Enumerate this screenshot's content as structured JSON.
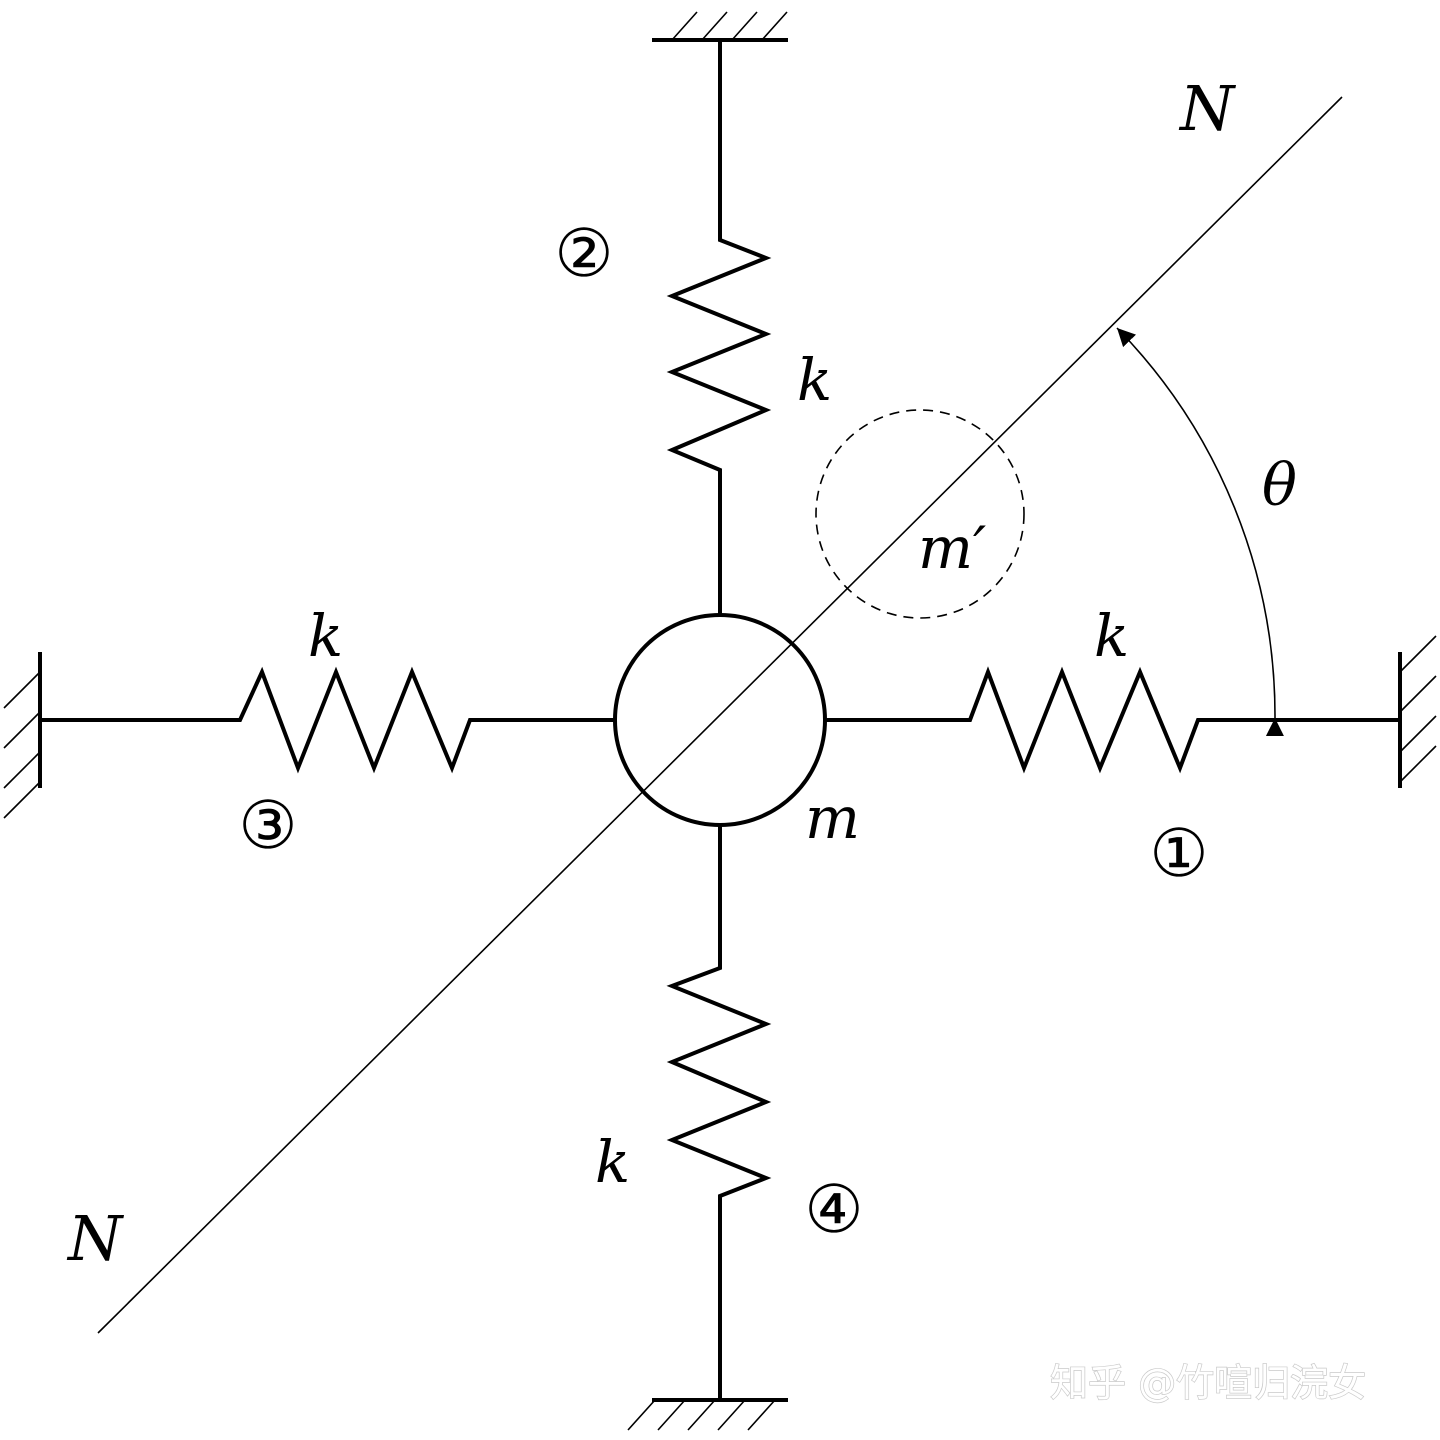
{
  "labels": {
    "n_top": "N",
    "n_bottom": "N",
    "theta": "θ",
    "mass": "m",
    "mass_image": "m′",
    "k_top": "k",
    "k_left": "k",
    "k_right": "k",
    "k_bottom": "k",
    "spring_1": "①",
    "spring_2": "②",
    "spring_3": "③",
    "spring_4": "④"
  },
  "watermark": "知乎 @竹喧归浣女"
}
